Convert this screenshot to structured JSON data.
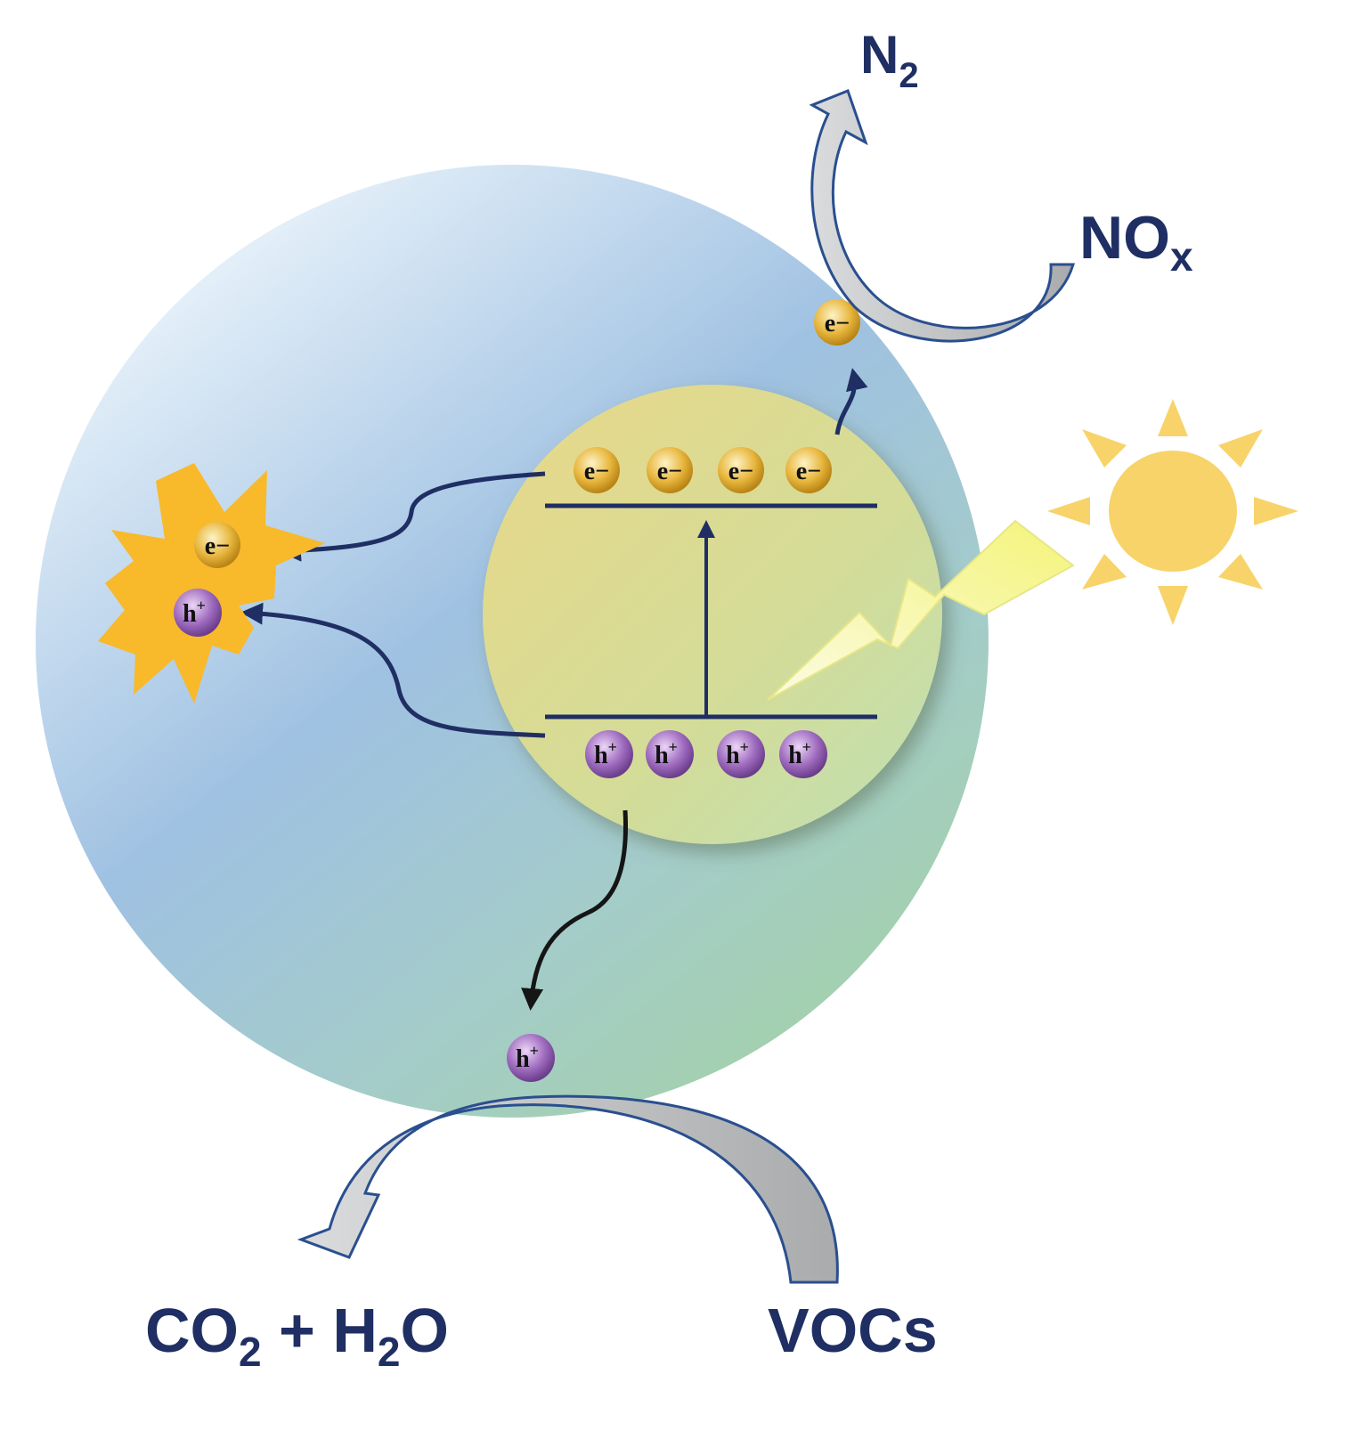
{
  "labels": {
    "n2": {
      "main": "N",
      "sub": "2"
    },
    "nox": {
      "main": "NO",
      "sub": "x"
    },
    "products": {
      "co2_main": "CO",
      "co2_sub": "2",
      "plus": " + H",
      "h2o_sub": "2",
      "o": "O"
    },
    "vocs": "VOCs"
  },
  "carriers": {
    "electron": "e−",
    "hole_base": "h",
    "hole_sup": "+"
  },
  "colors": {
    "outer_sphere_light": "#e6f1fa",
    "outer_sphere_mid": "#9fc1e2",
    "outer_sphere_dark": "#a2d0b2",
    "inner_sphere": "#dfd98f",
    "electron": "#e6b53c",
    "hole": "#9b67b8",
    "sun": "#f7d36a",
    "burst": "#f8b92b",
    "bolt": "#eef2a0",
    "arrow": "#1f2f63",
    "text": "#1f2f63"
  }
}
